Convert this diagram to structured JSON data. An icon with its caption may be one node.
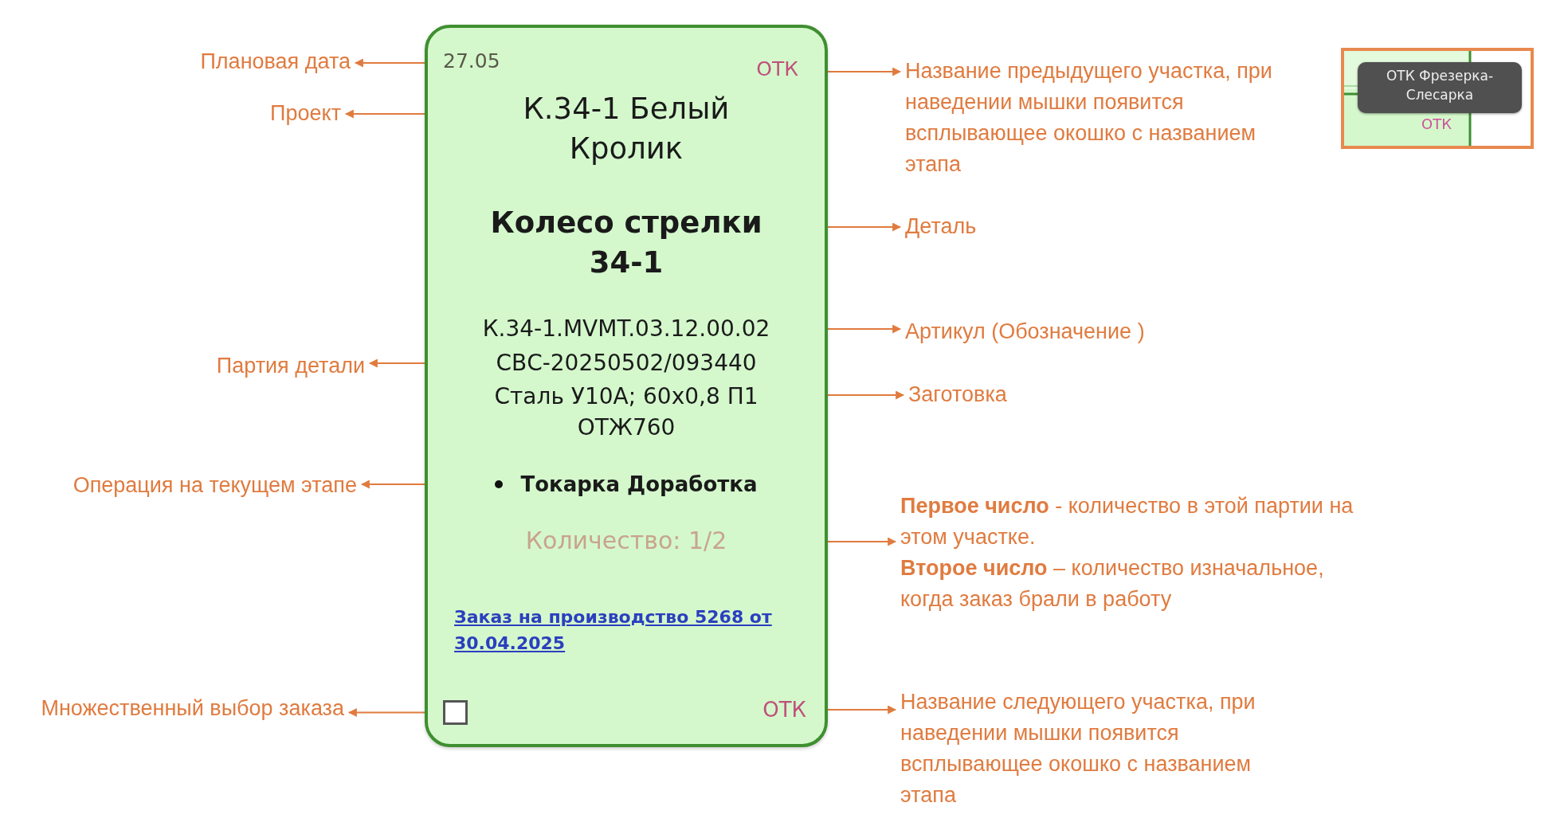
{
  "diagram": {
    "nodes": [
      {
        "text": [],
        "shape": "box"
      },
      {
        "text": [
          "27.05"
        ],
        "in": 0
      },
      {
        "text": [
          "ОТК"
        ],
        "in": 0
      },
      {
        "text": [
          "К.34-1 Белый Кролик"
        ],
        "in": 0
      },
      {
        "text": [
          "Колесо стрелки 34-1"
        ],
        "in": 0
      },
      {
        "text": [
          "К.34-1.MVMT.03.12.00.02"
        ],
        "in": 0
      },
      {
        "text": [
          "СВС-20250502/093440"
        ],
        "in": 0
      },
      {
        "text": [
          "Сталь У10А; 60х0,8 П1 ОТЖ760"
        ],
        "in": 0
      },
      {
        "text": [
          "Токарка Доработка"
        ],
        "in": 0
      },
      {
        "text": [
          "Количество: 1/2"
        ],
        "in": 0
      },
      {
        "text": [
          "Заказ на производство 5268 от 30.04.2025"
        ],
        "in": 0
      },
      {
        "text": [],
        "shape": "box",
        "in": 0
      },
      {
        "text": [
          "ОТК"
        ],
        "in": 0
      },
      {
        "text": [
          "Плановая дата"
        ]
      },
      {
        "text": [
          "Проект"
        ]
      },
      {
        "text": [
          "Партия детали"
        ]
      },
      {
        "text": [
          "Операция на текущем этапе"
        ]
      },
      {
        "text": [
          "Множественный выбор заказа"
        ]
      },
      {
        "text": [
          "Название предыдущего участка, при наведении мышки появится всплывающее окошко с названием этапа"
        ]
      },
      {
        "text": [
          "Деталь"
        ]
      },
      {
        "text": [
          "Артикул (Обозначение )"
        ]
      },
      {
        "text": [
          "Заготовка"
        ]
      },
      {
        "text": [
          "**Первое число** - количество в этой партии на этом участке.",
          "**Второе число** – количество изначальное, когда заказ брали в работу"
        ]
      },
      {
        "text": [
          "Название следующего участка, при наведении мышки появится всплывающее окошко с названием этапа"
        ]
      },
      {
        "text": [],
        "shape": "box"
      },
      {
        "text": [
          "ОТК Фрезерка-Слесарка"
        ],
        "in": 24
      },
      {
        "text": [
          "ОТК"
        ],
        "in": 24
      }
    ],
    "edges": [
      {
        "from": 1,
        "to": 13,
        "arrow": "to"
      },
      {
        "from": 3,
        "to": 14,
        "arrow": "to"
      },
      {
        "from": 6,
        "to": 15,
        "arrow": "to"
      },
      {
        "from": 8,
        "to": 16,
        "arrow": "to"
      },
      {
        "from": 11,
        "to": 17,
        "arrow": "to"
      },
      {
        "from": 2,
        "to": 18,
        "arrow": "to"
      },
      {
        "from": 4,
        "to": 19,
        "arrow": "to"
      },
      {
        "from": 5,
        "to": 20,
        "arrow": "to"
      },
      {
        "from": 7,
        "to": 21,
        "arrow": "to"
      },
      {
        "from": 9,
        "to": 22,
        "arrow": "to"
      },
      {
        "from": 12,
        "to": 23,
        "arrow": "to"
      }
    ]
  }
}
